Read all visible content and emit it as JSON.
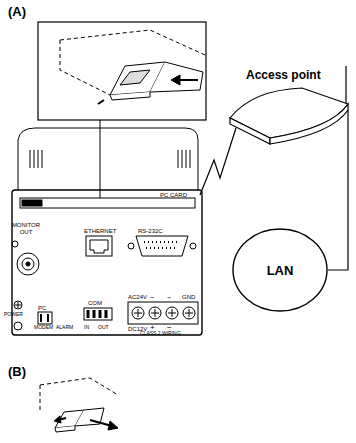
{
  "diagram": {
    "nodes": [
      {
        "text": [
          "Access point"
        ]
      },
      {
        "text": [
          "LAN"
        ]
      }
    ],
    "edges": [
      {
        "from": 1,
        "to": 0,
        "arrow": "none"
      }
    ],
    "labels": [
      "(A)",
      "PC CARD",
      "MONITOR OUT",
      "ETHERNET",
      "RS-232C",
      "COM",
      "AC24V",
      "~",
      "~",
      "GND",
      "DC12V",
      "+",
      "−",
      "CLASS 2 WIRING",
      "POWER",
      "PC",
      "MODEM",
      "ALARM",
      "IN",
      "OUT",
      "(B)"
    ]
  }
}
